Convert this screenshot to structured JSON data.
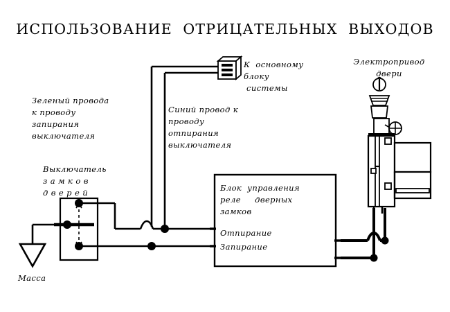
{
  "diagram": {
    "title": "ИСПОЛЬЗОВАНИЕ  ОТРИЦАТЕЛЬНЫХ  ВЫХОДОВ",
    "background_color": "#ffffff",
    "line_color": "#000000"
  },
  "labels": {
    "green_wire": "Зеленый провода\nк проводу\nзапирания\nвыключателя",
    "blue_wire": "Синий провод к\nпроводу\nотпирания\nвыключателя",
    "main_unit": "К  основному\nблоку\n системы",
    "actuator": "Электропривод\nдвери",
    "door_lock_switch": "Выключатель\nз а м к о в\nд в е р е й",
    "ground": "Масса",
    "control_unit": "Блок  управления\nреле     дверных\nзамков",
    "unlock_terminal": "Отпирание",
    "lock_terminal": "Запирание"
  },
  "components": {
    "connector": {
      "name": "system-connector",
      "slots": 3
    },
    "control_box": {
      "name": "door-lock-relay-control-unit"
    },
    "switch_box": {
      "name": "door-lock-switch",
      "terminals": 3
    },
    "ground_symbol": {
      "name": "chassis-ground"
    },
    "actuator": {
      "name": "door-lock-actuator"
    }
  }
}
